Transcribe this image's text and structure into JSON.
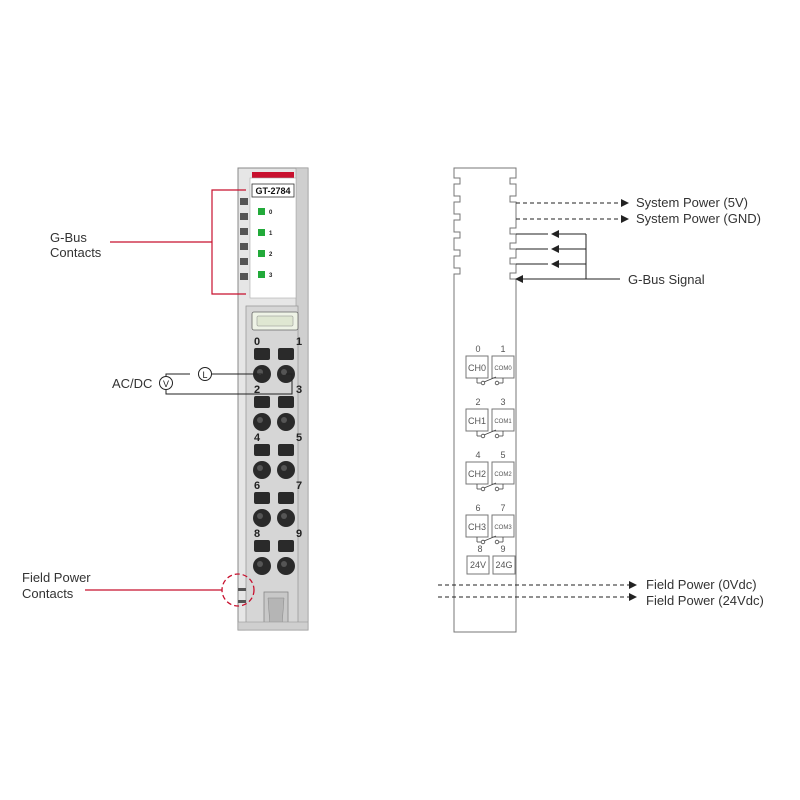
{
  "module": {
    "model": "GT-2784",
    "led_labels": [
      "0",
      "1",
      "2",
      "3"
    ],
    "terminal_numbers": [
      "0",
      "1",
      "2",
      "3",
      "4",
      "5",
      "6",
      "7",
      "8",
      "9"
    ]
  },
  "callouts": {
    "gbus_contacts": [
      "G-Bus",
      "Contacts"
    ],
    "field_power_contacts": [
      "Field Power",
      "Contacts"
    ],
    "ac_dc": "AC/DC",
    "voltage_symbol": "V",
    "load_symbol": "L"
  },
  "schematic": {
    "channels": [
      {
        "top": "0",
        "top_right": "1",
        "left": "CH0",
        "right": "COM0"
      },
      {
        "top": "2",
        "top_right": "3",
        "left": "CH1",
        "right": "COM1"
      },
      {
        "top": "4",
        "top_right": "5",
        "left": "CH2",
        "right": "COM2"
      },
      {
        "top": "6",
        "top_right": "7",
        "left": "CH3",
        "right": "COM3"
      }
    ],
    "power_terminals": {
      "top": "8",
      "top_right": "9",
      "left": "24V",
      "right": "24G"
    },
    "signals": {
      "system_power_5v": "System Power (5V)",
      "system_power_gnd": "System Power (GND)",
      "gbus_signal": "G-Bus Signal",
      "field_power_0v": "Field Power (0Vdc)",
      "field_power_24v": "Field Power (24Vdc)"
    }
  },
  "colors": {
    "accent_red": "#c8102e",
    "led_green": "#22aa3a",
    "module_gray": "#d6d6d6",
    "terminal_dark": "#2a2a2a"
  }
}
